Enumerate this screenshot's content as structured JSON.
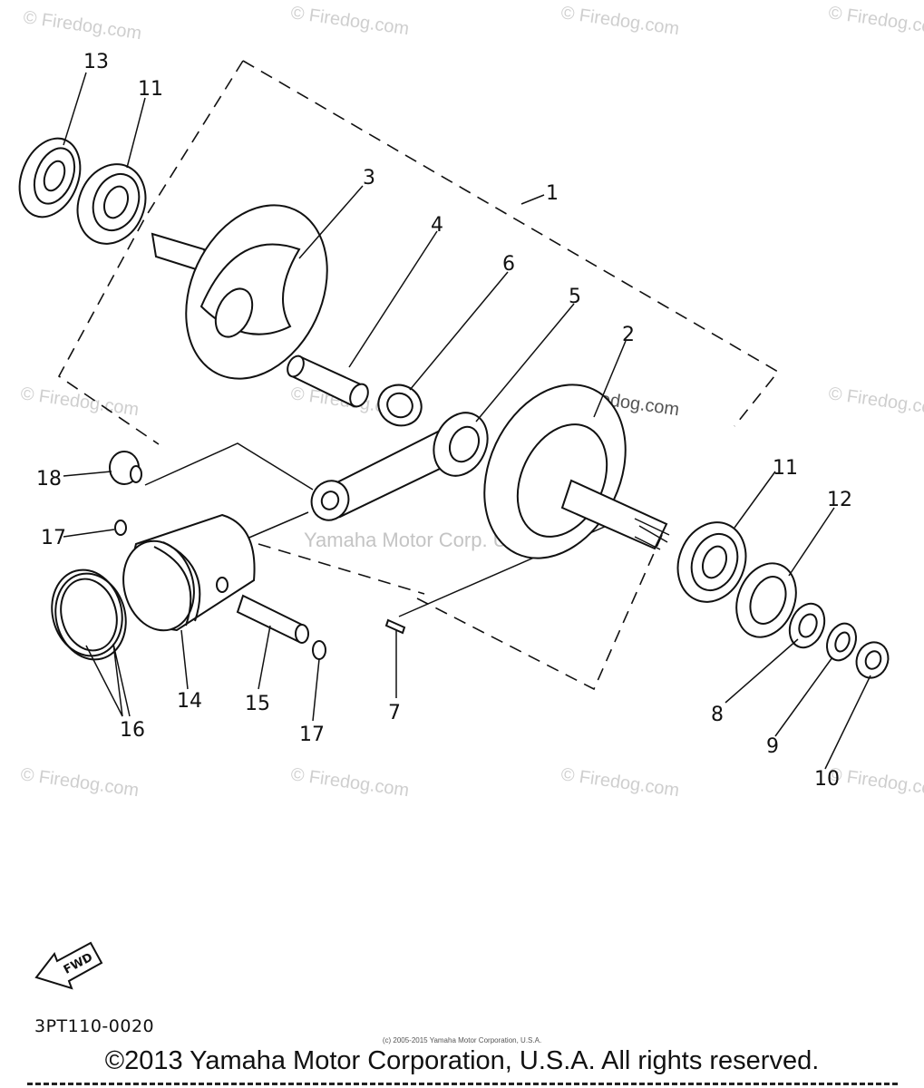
{
  "diagram": {
    "callouts": [
      "1",
      "2",
      "3",
      "4",
      "5",
      "6",
      "7",
      "8",
      "9",
      "10",
      "11",
      "11",
      "12",
      "13",
      "14",
      "15",
      "16",
      "17",
      "17",
      "18"
    ],
    "watermark_text": "© Firedog.com",
    "center_watermark": "Yamaha Motor Corp. U.S.A.",
    "fwd_label": "FWD",
    "catalog_code": "3PT110-0020",
    "small_copyright": "(c) 2005-2015 Yamaha Motor Corporation, U.S.A.",
    "copyright": "©2013 Yamaha Motor Corporation, U.S.A. All rights reserved.",
    "colors": {
      "ink": "#111111",
      "watermark": "#cfcfcf",
      "background": "#ffffff"
    }
  }
}
